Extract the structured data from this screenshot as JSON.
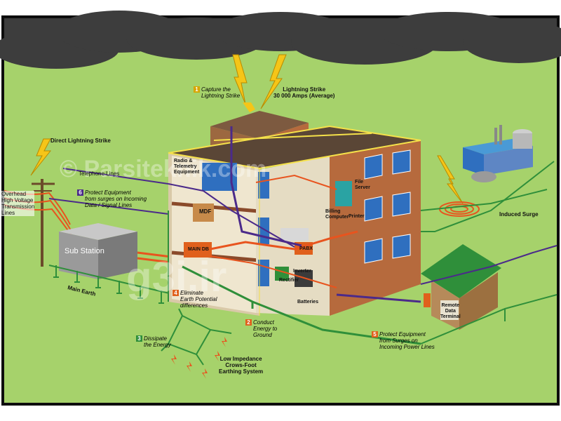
{
  "colors": {
    "sky": "#ffffff",
    "frame": "#0d0d0d",
    "grass": "#a6d26b",
    "cloud": "#3d3d3d",
    "building": "#b66a3d",
    "building_dark": "#8a4a2a",
    "roof": "#5a4636",
    "lightning": "#f5c518",
    "earth_wire": "#2f8f3a",
    "data_line": "#4b2a8a",
    "power_line": "#e8541e",
    "step_1": "#d8a400",
    "step_2": "#e0601c",
    "step_3": "#2f8f3a",
    "step_4": "#e0601c",
    "step_5": "#e0601c",
    "step_6": "#4b2a8a"
  },
  "labels": {
    "direct_strike": "Direct Lightning Strike",
    "lightning_strike": "Lightning Strike",
    "amps": "30 000 Amps (Average)",
    "telephone": "Telephone Lines",
    "overhead_1": "Overhead",
    "overhead_2": "High Voltage",
    "overhead_3": "Transmission",
    "overhead_4": "Lines",
    "sub_station": "Sub Station",
    "main_earth": "Main Earth",
    "radio_1": "Radio &",
    "radio_2": "Telemetry",
    "radio_3": "Equipment",
    "mdf": "MDF",
    "main_db": "MAIN DB",
    "pabx": "PABX",
    "file_server_1": "File",
    "file_server_2": "Server",
    "billing_1": "Billing",
    "billing_2": "Computer",
    "printer": "Printer",
    "inverter": "Inverter",
    "rectifier": "Rectifier",
    "batteries": "Batteries",
    "remote_1": "Remote",
    "remote_2": "Data",
    "remote_3": "Terminal",
    "induced_surge": "Induced Surge",
    "low_imp_1": "Low Impedance",
    "low_imp_2": "Crows-Foot",
    "low_imp_3": "Earthing System"
  },
  "steps": [
    {
      "num": "1",
      "line1": "Capture the",
      "line2": "Lightning Strike",
      "line3": ""
    },
    {
      "num": "2",
      "line1": "Conduct",
      "line2": "Energy to",
      "line3": "Ground"
    },
    {
      "num": "3",
      "line1": "Dissipate",
      "line2": "the Energy",
      "line3": ""
    },
    {
      "num": "4",
      "line1": "Eliminate",
      "line2": "Earth Potential",
      "line3": "differences"
    },
    {
      "num": "5",
      "line1": "Protect Equipment",
      "line2": "from Surges on",
      "line3": "Incoming Power Lines"
    },
    {
      "num": "6",
      "line1": "Protect Equipment",
      "line2": "from surges on Incoming",
      "line3": "Data / Signal Lines"
    }
  ],
  "watermark": {
    "line1": "© Parsiteknik.com",
    "line2": "g3i.ir"
  }
}
